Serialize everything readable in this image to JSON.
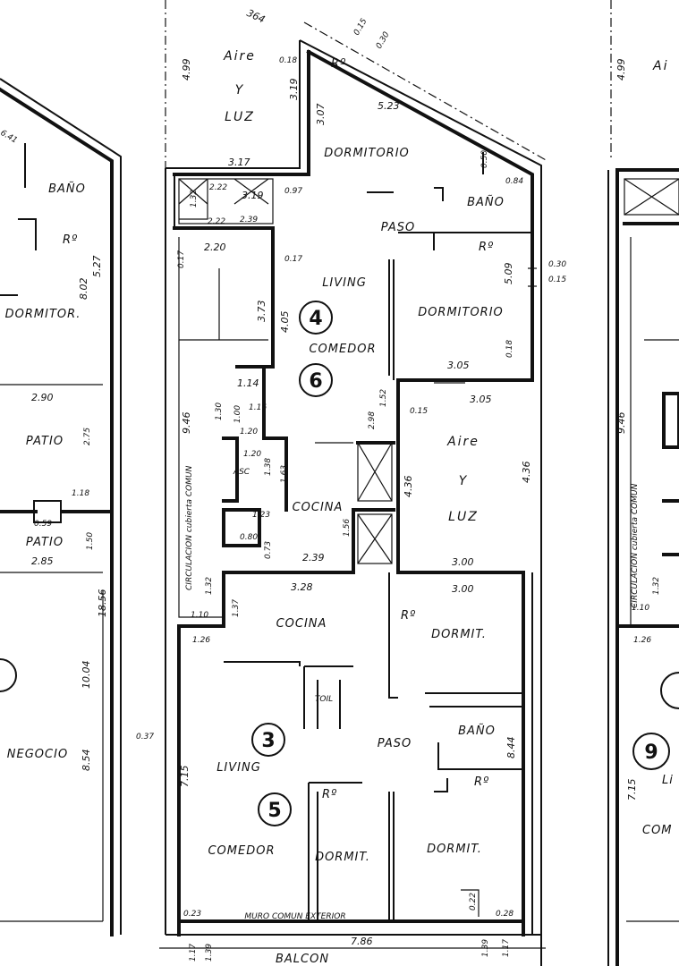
{
  "units": [
    "4",
    "6",
    "3",
    "5",
    "9"
  ],
  "rooms": {
    "aire_luz_top": [
      "Aire",
      "Y",
      "LUZ"
    ],
    "dormitorio_top": "DORMITORIO",
    "bano_top": "BAÑO",
    "paso_top": "PASO",
    "living_top": "LIVING",
    "comedor_top": "COMEDOR",
    "dormitorio_mid": "DORMITORIO",
    "aire_luz_mid": [
      "Aire",
      "Y",
      "LUZ"
    ],
    "cocina_top": "COCINA",
    "asc": "ASC",
    "circulacion": "CIRCULACION cubierta COMUN",
    "cocina_bottom": "COCINA",
    "dormit_right": "DORMIT.",
    "toil": "TOIL",
    "paso_bottom": "PASO",
    "bano_bottom": "BAÑO",
    "living_bottom": "LIVING",
    "comedor_bottom": "COMEDOR",
    "dormit_left": "DORMIT.",
    "dormit_center": "DORMIT.",
    "muro": "MURO COMUN EXTERIOR",
    "balcon": "BALCON",
    "left_bano": "BAÑO",
    "left_dormitor": "DORMITOR.",
    "left_patio1": "PATIO",
    "left_patio2": "PATIO",
    "left_negocio": "NEGOCIO",
    "right_aire": "Ai",
    "right_circulacion": "CIRCULACION cubierta COMUN",
    "right_comedor": "COM",
    "right_li": "Li",
    "ro": "Rº"
  },
  "dims": {
    "d364": "364",
    "d499": "4.99",
    "d015a": "0.15",
    "d030a": "0.30",
    "d018": "0.18",
    "d319": "3.19",
    "d307": "3.07",
    "d523": "5.23",
    "d317": "3.17",
    "d097": "0.97",
    "d222": "2.22",
    "d319b": "3.19",
    "d132": "1.32",
    "d222b": "2.22",
    "d239": "2.39",
    "d220": "2.20",
    "d017a": "0.17",
    "d017b": "0.17",
    "d373": "3.73",
    "d405": "4.05",
    "d050": "0.50",
    "d084": "0.84",
    "d509": "5.09",
    "d030b": "0.30",
    "d015b": "0.15",
    "d305": "3.05",
    "d305b": "3.05",
    "d018b": "0.18",
    "d152": "1.52",
    "d015c": "0.15",
    "d298": "2.98",
    "d436": "4.36",
    "d436b": "4.36",
    "d114": "1.14",
    "d946": "9.46",
    "d130": "1.30",
    "d100": "1.00",
    "d116": "1.16",
    "d120": "1.20",
    "d120b": "1.20",
    "d138": "1.38",
    "d163": "1.63",
    "d123": "1.23",
    "d080": "0.80",
    "d073": "0.73",
    "d239b": "2.39",
    "d156": "1.56",
    "d300": "3.00",
    "d300b": "3.00",
    "d328": "3.28",
    "d137": "1.37",
    "d110": "1.10",
    "d126": "1.26",
    "d132b": "1.32",
    "d715": "7.15",
    "d037": "0.37",
    "d844": "8.44",
    "d786": "7.86",
    "d117": "1.17",
    "d139": "1.39",
    "d023": "0.23",
    "d022": "0.22",
    "d028": "0.28",
    "d1856": "18.56",
    "d1004": "10.04",
    "d854": "8.54",
    "d641": "6.41",
    "d802": "8.02",
    "d527": "5.27",
    "d290": "2.90",
    "d275": "2.75",
    "d285": "2.85",
    "d150": "1.50",
    "d118": "1.18",
    "d059": "0.59",
    "d499b": "4.99",
    "d946b": "9.46",
    "d715b": "7.15",
    "d126b": "1.26",
    "d110b": "1.10",
    "d132c": "1.32",
    "d117b": "1.17",
    "d139b": "1.39"
  }
}
